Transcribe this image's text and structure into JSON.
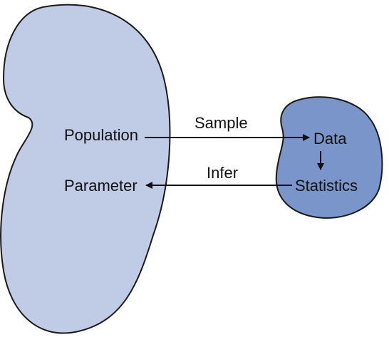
{
  "colors": {
    "population_fill": "#c0cce6",
    "sample_fill": "#7a95c9",
    "outline": "#1a1a1a",
    "arrow": "#111111",
    "text": "#111111"
  },
  "diagram": {
    "population_label": "Population",
    "parameter_label": "Parameter",
    "data_label": "Data",
    "statistics_label": "Statistics",
    "sample_arrow_label": "Sample",
    "infer_arrow_label": "Infer"
  }
}
